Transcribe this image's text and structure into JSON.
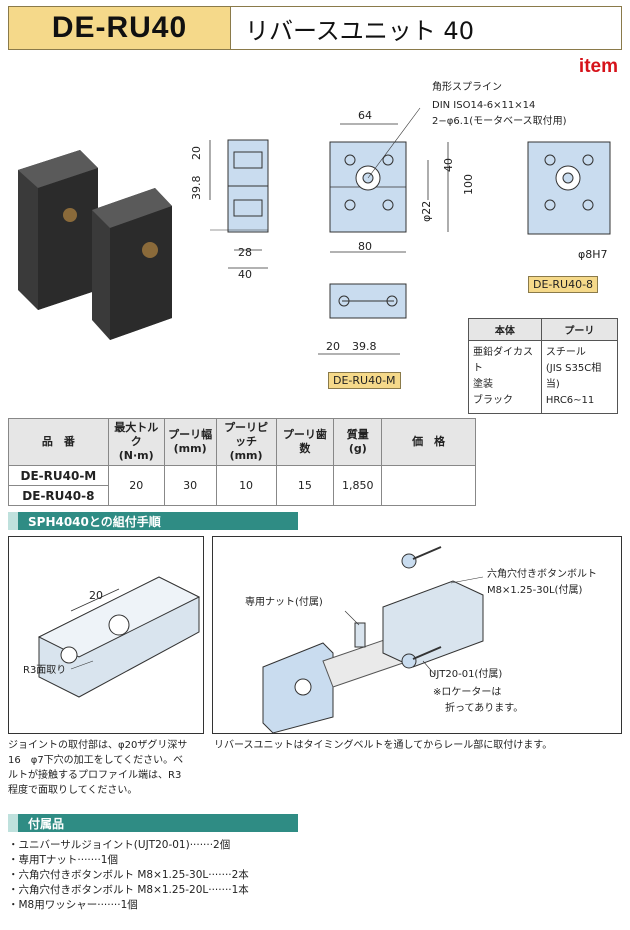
{
  "header": {
    "model": "DE-RU40",
    "title": "リバースユニット 40"
  },
  "brand": "item",
  "drawing": {
    "dims": {
      "side_h1": "39.8",
      "side_h2": "20",
      "side_w1": "28",
      "side_w2": "40",
      "front_w_top": "64",
      "front_w_bottom": "80",
      "front_h1": "40",
      "front_h2": "100",
      "front_phi22": "φ22",
      "bottom_w1": "20",
      "bottom_w2": "39.8",
      "right_phi": "φ8H7"
    },
    "notes": {
      "spline_label": "角形スプライン",
      "spline_spec": "DIN ISO14-6×11×14",
      "holes": "2−φ6.1(モータベース取付用)"
    },
    "tags": {
      "variant_m": "DE-RU40-M",
      "variant_8": "DE-RU40-8"
    }
  },
  "material_table": {
    "headers": [
      "本体",
      "プーリ"
    ],
    "body_material": [
      "亜鉛ダイカスト",
      "塗装",
      "ブラック"
    ],
    "pulley_material": [
      "スチール",
      "(JIS S35C相当)",
      "HRC6∼11"
    ]
  },
  "spec_table": {
    "headers": {
      "part_no": "品　番",
      "torque": "最大トルク",
      "torque_unit": "(N·m)",
      "width": "プーリ幅",
      "width_unit": "(mm)",
      "pitch": "プーリピッチ",
      "pitch_unit": "(mm)",
      "teeth": "プーリ歯数",
      "mass": "質量",
      "mass_unit": "(g)",
      "price": "価　格"
    },
    "rows": [
      {
        "part_no": "DE-RU40-M"
      },
      {
        "part_no": "DE-RU40-8"
      }
    ],
    "values": {
      "torque": "20",
      "width": "30",
      "pitch": "10",
      "teeth": "15",
      "mass": "1,850",
      "price": ""
    }
  },
  "assembly": {
    "section_title": "SPH4040との組付手順",
    "left_dim": "20",
    "left_label": "R3面取り",
    "left_caption": [
      "ジョイントの取付部は、φ20ザグリ深サ",
      "16　φ7下穴の加工をしてください。ベ",
      "ルトが接触するプロファイル端は、R3",
      "程度で面取りしてください。"
    ],
    "right_labels": {
      "nut": "専用ナット(付属)",
      "bolt_1": "六角穴付きボタンボルト",
      "bolt_2": "M8×1.25-30L(付属)",
      "joint": "UJT20-01(付属)",
      "locator_1": "※ロケーターは",
      "locator_2": "折ってあります。"
    },
    "right_caption": "リバースユニットはタイミングベルトを通してからレール部に取付けます。"
  },
  "accessories": {
    "section_title": "付属品",
    "items": [
      "・ユニバーサルジョイント(UJT20-01)·······2個",
      "・専用Tナット·······1個",
      "・六角穴付きボタンボルト M8×1.25-30L·······2本",
      "・六角穴付きボタンボルト M8×1.25-20L·······1本",
      "・M8用ワッシャー·······1個"
    ]
  },
  "colors": {
    "accent_gold": "#f5d98a",
    "section_teal": "#2f8c84",
    "brand_red": "#d6121a",
    "drawing_blue": "#c9dcef"
  }
}
